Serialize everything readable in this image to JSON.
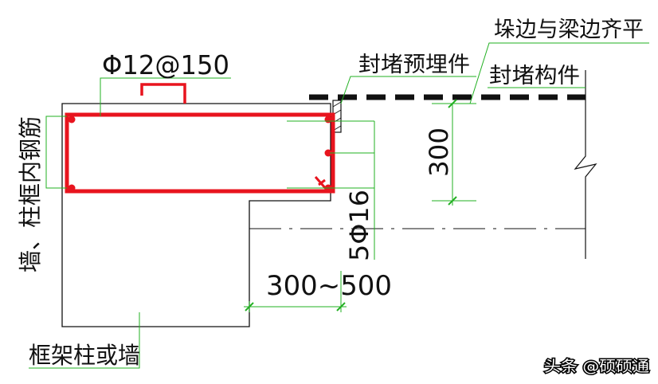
{
  "labels": {
    "stirrup_spec": "Φ12@150",
    "flush_note": "垛边与梁边齐平",
    "embedded_part": "封堵预埋件",
    "blocking_member": "封堵构件",
    "height_dim": "300",
    "bottom_bars": "5Φ16",
    "width_range": "300~500",
    "frame_column": "框架柱或墙",
    "inner_rebar": "墙、柱框内钢筋"
  },
  "watermark": {
    "text": "头条 @硕硕通"
  },
  "colors": {
    "rebar": "#e8141e",
    "line": "#111111",
    "leader": "#22b022",
    "background": "#ffffff"
  }
}
